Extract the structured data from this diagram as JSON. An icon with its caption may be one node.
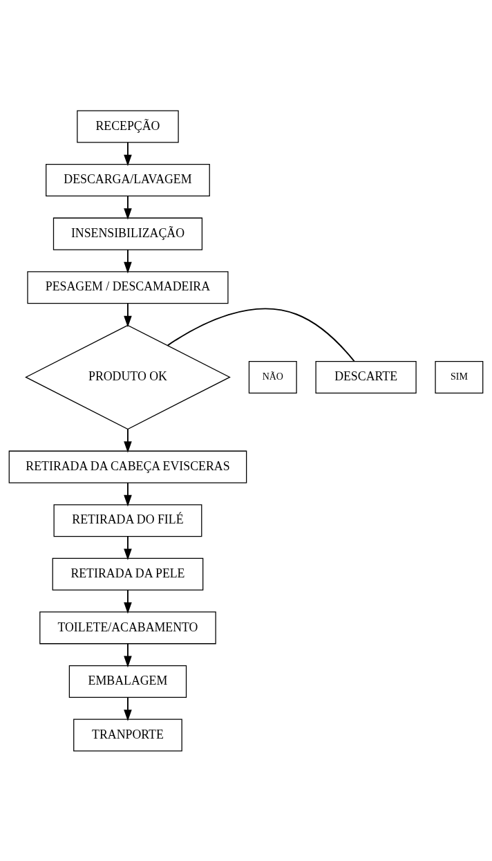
{
  "diagram": {
    "nodes": [
      {
        "text": [
          "RECEPÇÃO"
        ]
      },
      {
        "text": [
          "DESCARGA/LAVAGEM"
        ]
      },
      {
        "text": [
          "INSENSIBILIZAÇÃO"
        ]
      },
      {
        "text": [
          "PESAGEM / DESCAMADEIRA"
        ]
      },
      {
        "text": [
          "PRODUTO OK"
        ]
      },
      {
        "text": [
          "NÃO"
        ]
      },
      {
        "text": [
          "DESCARTE"
        ]
      },
      {
        "text": [
          "SIM"
        ]
      },
      {
        "text": [
          "RETIRADA DA CABEÇA EVISCERAS"
        ]
      },
      {
        "text": [
          "RETIRADA DO FILÉ"
        ]
      },
      {
        "text": [
          "RETIRADA DA PELE"
        ]
      },
      {
        "text": [
          "TOILETE/ACABAMENTO"
        ]
      },
      {
        "text": [
          "EMBALAGEM"
        ]
      },
      {
        "text": [
          "TRANPORTE"
        ]
      }
    ],
    "edges": [
      {
        "from": 0,
        "to": 1,
        "arrow": "to"
      },
      {
        "from": 1,
        "to": 2,
        "arrow": "to"
      },
      {
        "from": 2,
        "to": 3,
        "arrow": "to"
      },
      {
        "from": 3,
        "to": 4,
        "arrow": "to"
      },
      {
        "from": 4,
        "to": 6,
        "arrow": "none"
      },
      {
        "from": 4,
        "to": 8,
        "arrow": "to"
      },
      {
        "from": 8,
        "to": 9,
        "arrow": "to"
      },
      {
        "from": 9,
        "to": 10,
        "arrow": "to"
      },
      {
        "from": 10,
        "to": 11,
        "arrow": "to"
      },
      {
        "from": 11,
        "to": 12,
        "arrow": "to"
      },
      {
        "from": 12,
        "to": 13,
        "arrow": "to"
      }
    ]
  }
}
